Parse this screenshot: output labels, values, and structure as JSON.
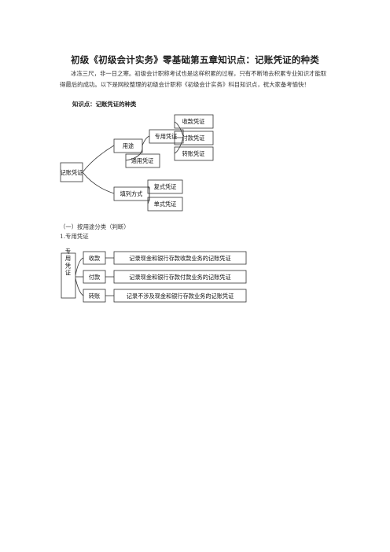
{
  "title": "初级《初级会计实务》零基础第五章知识点：记账凭证的种类",
  "intro": "冰冻三尺，非一日之寒。初级会计职称考试也是这样积累的过程，只有不断地去积累专业知识才能取得最后的成功。以下是网校整理的初级会计职称《初级会计实务》科目知识点，祝大家备考愉快！",
  "heading": "知识点：记账凭证的种类",
  "diagram1": {
    "root": "记账凭证",
    "branch_use": "用途",
    "special": "专用凭证",
    "receipt": "收款凭证",
    "payment": "付款凭证",
    "transfer": "转账凭证",
    "general": "通用凭证",
    "branch_fill": "填列方式",
    "multi": "复式凭证",
    "single": "单式凭证"
  },
  "section1": "（一）按用途分类（判断）",
  "section2": "1.专用凭证",
  "diagram2": {
    "root": "专用凭证",
    "rows": [
      {
        "label": "收款",
        "desc": "记录现金和银行存款收款业务的记账凭证"
      },
      {
        "label": "付款",
        "desc": "记录现金和银行存款付款业务的记账凭证"
      },
      {
        "label": "转账",
        "desc": "记录不涉及现金和银行存款业务的记账凭证"
      }
    ]
  }
}
